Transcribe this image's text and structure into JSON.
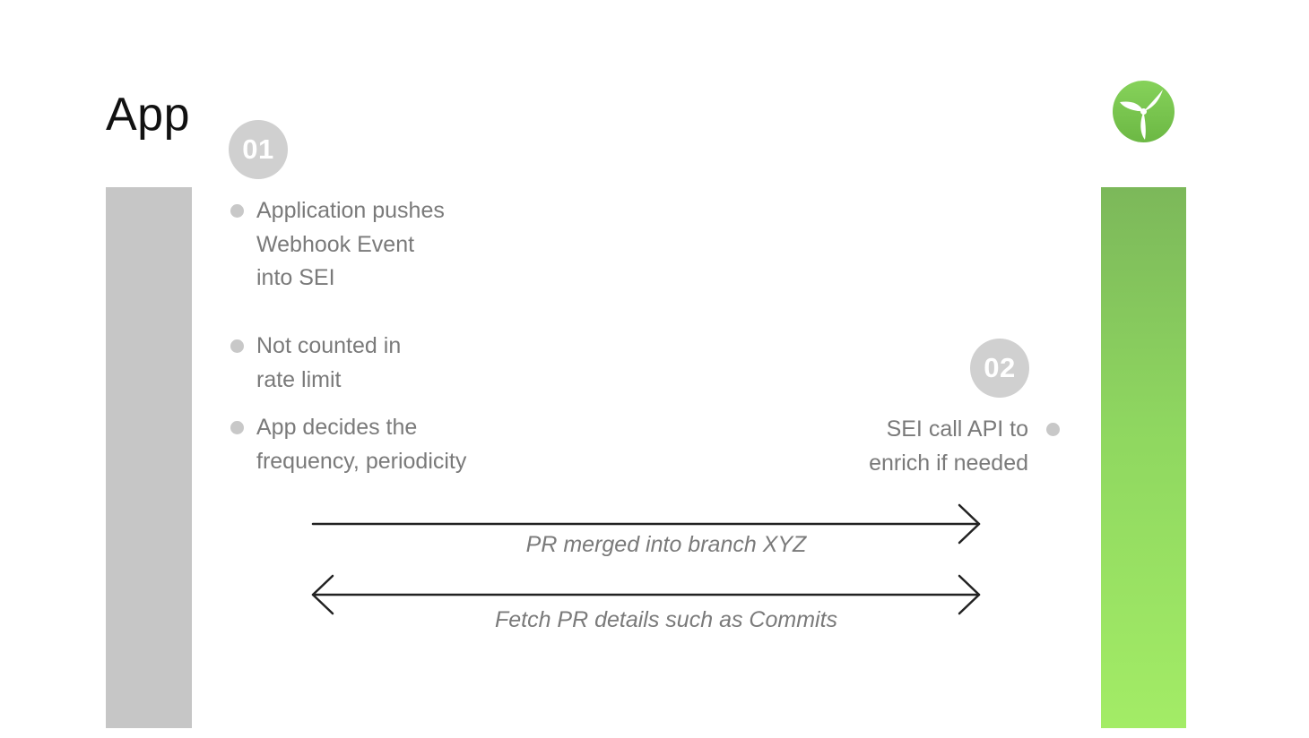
{
  "diagram": {
    "left_party": {
      "title": "App",
      "bar_color": "#c6c6c6"
    },
    "right_party": {
      "logo": "fan-blades-icon",
      "logo_color": "#7cc44e",
      "bar_gradient": [
        "#7cb85a",
        "#a3ec66"
      ]
    },
    "step1": {
      "badge": "01",
      "bullets": [
        {
          "lines": [
            "Application pushes",
            "Webhook Event",
            "into SEI"
          ]
        },
        {
          "lines": [
            "Not counted in",
            "rate limit"
          ]
        },
        {
          "lines": [
            "App decides the",
            "frequency, periodicity"
          ]
        }
      ]
    },
    "step2": {
      "badge": "02",
      "bullets": [
        {
          "lines": [
            "SEI call API to",
            "enrich if needed"
          ]
        }
      ]
    },
    "arrows": [
      {
        "label": "PR merged into branch XYZ",
        "direction": "right"
      },
      {
        "label": "Fetch PR details such as Commits",
        "direction": "both"
      }
    ],
    "colors": {
      "badge": "#d0d0d0",
      "text": "#7a7a7a",
      "arrow": "#222222"
    }
  }
}
